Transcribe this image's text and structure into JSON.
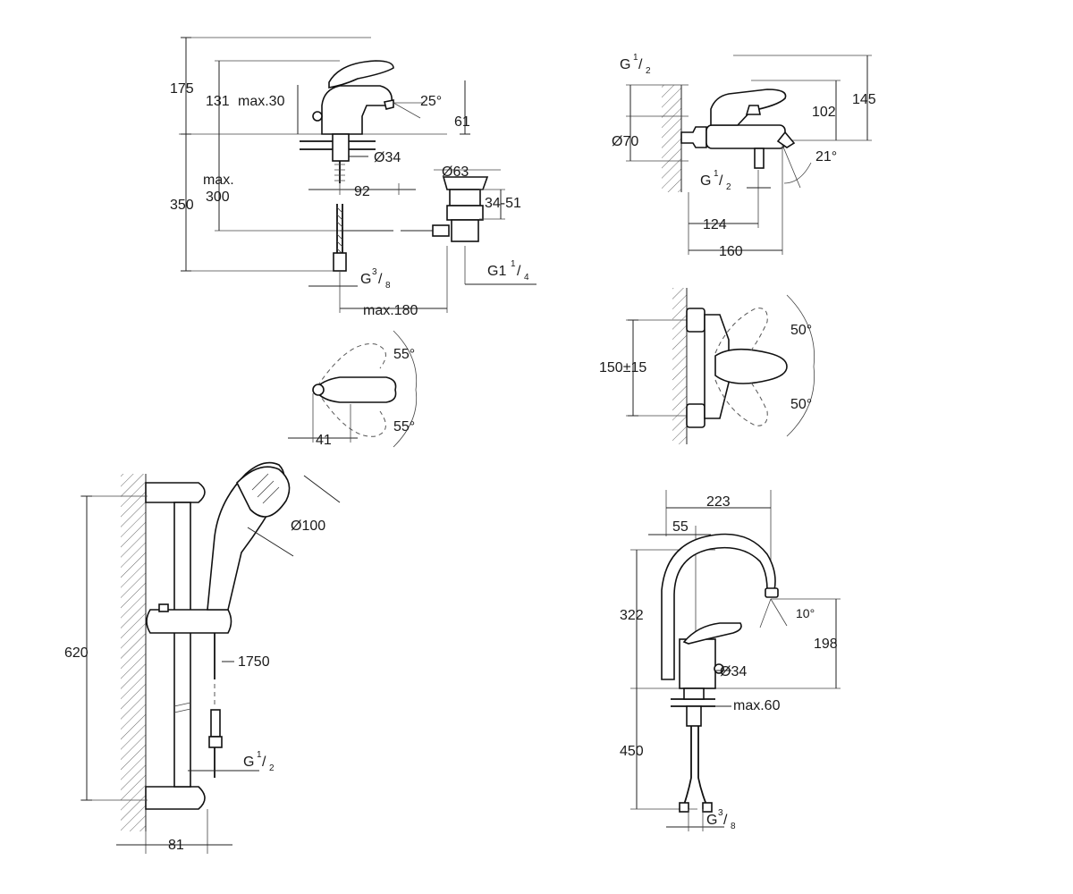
{
  "basin_mixer": {
    "side": {
      "height_total": "175",
      "height_spout": "131",
      "lever_max": "max.30",
      "lever_angle": "25°",
      "spout_reach": "61",
      "base_diameter": "Ø34",
      "under_length": "350",
      "under_max_a": "max.",
      "under_max_b": "300",
      "tail_offset": "92",
      "waste_diameter": "Ø63",
      "waste_range": "34-51",
      "connection_g": "G",
      "connection_num": "3",
      "connection_den": "8",
      "waste_thread_g": "G1",
      "waste_thread_num": "1",
      "waste_thread_den": "4",
      "pop_up_max": "max.180"
    },
    "top": {
      "angle_up": "55°",
      "angle_down": "55°",
      "width": "41"
    }
  },
  "bath_mixer": {
    "side": {
      "inlet_g": "G",
      "inlet_num": "1",
      "inlet_den": "2",
      "height_total": "145",
      "height_lever": "102",
      "escutcheon": "Ø70",
      "spout_angle": "21°",
      "outlet_g": "G",
      "outlet_num": "1",
      "outlet_den": "2",
      "reach_short": "124",
      "reach_long": "160"
    },
    "front": {
      "centres": "150±15",
      "angle_up": "50°",
      "angle_down": "50°"
    }
  },
  "shower_set": {
    "rail_length": "620",
    "head_diameter": "Ø100",
    "hose_length": "1750",
    "connection_g": "G",
    "connection_num": "1",
    "connection_den": "2",
    "projection": "81"
  },
  "sink_mixer": {
    "reach": "223",
    "lever_offset": "55",
    "height_total": "322",
    "spout_angle": "10°",
    "height_spout": "198",
    "base_diameter": "Ø34",
    "deck_max": "max.60",
    "hose_length": "450",
    "connection_g": "G",
    "connection_num": "3",
    "connection_den": "8"
  }
}
